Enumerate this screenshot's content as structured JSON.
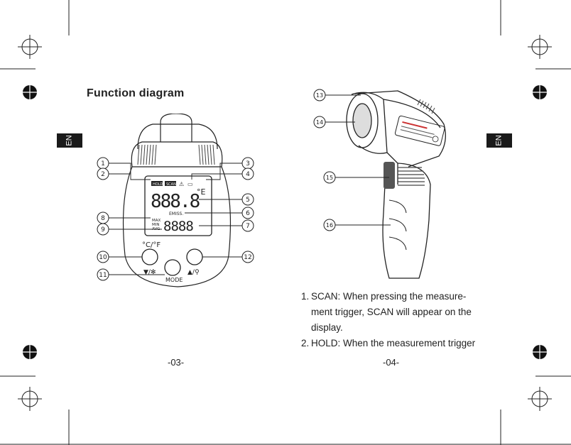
{
  "left_page": {
    "title": "Function diagram",
    "tab": "EN",
    "page_number": "-03-",
    "callouts": [
      "1",
      "2",
      "3",
      "4",
      "5",
      "6",
      "7",
      "8",
      "9",
      "10",
      "11",
      "12"
    ],
    "device": {
      "lcd_digits_top": "888.8",
      "lcd_digits_bottom": "8888",
      "lcd_unit": "°E",
      "emiss_label": "EMISS.",
      "stat_labels": [
        "MAX",
        "MIN",
        "AVG"
      ],
      "lcd_icons": [
        "HOLD",
        "SCAN"
      ],
      "unit_button_label": "°C/°F",
      "down_button_label": "▼/✻",
      "up_button_label": "▲/⚲",
      "mode_button_label": "MODE"
    }
  },
  "right_page": {
    "tab": "EN",
    "page_number": "-04-",
    "callouts": [
      "13",
      "14",
      "15",
      "16"
    ],
    "instructions": [
      {
        "num": "1.",
        "first": "SCAN: When pressing the measure-",
        "rest": [
          "ment trigger, SCAN will appear on the",
          "display."
        ]
      },
      {
        "num": "2.",
        "first": "HOLD: When the measurement trigger",
        "rest": []
      }
    ]
  }
}
